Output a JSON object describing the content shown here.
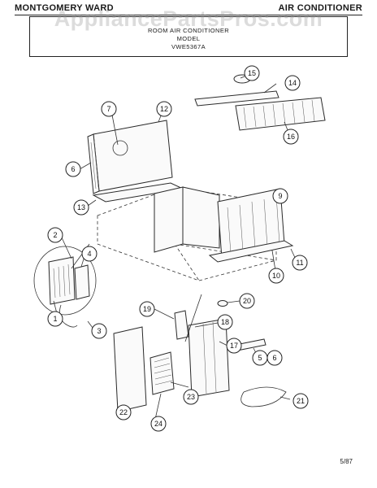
{
  "header": {
    "brand": "MONTGOMERY WARD",
    "product": "AIR CONDITIONER"
  },
  "title_block": {
    "line1": "ROOM AIR CONDITIONER",
    "line2": "MODEL",
    "line3": "VWE5367A"
  },
  "watermark": "AppliancePartsPros.com",
  "date_code": "5/87",
  "callouts": [
    "1",
    "2",
    "3",
    "4",
    "5",
    "6",
    "7",
    "9",
    "10",
    "11",
    "12",
    "13",
    "14",
    "15",
    "16",
    "17",
    "18",
    "19",
    "20",
    "21",
    "22",
    "23",
    "24"
  ],
  "callout_pair": {
    "a": "5",
    "b": "6"
  }
}
